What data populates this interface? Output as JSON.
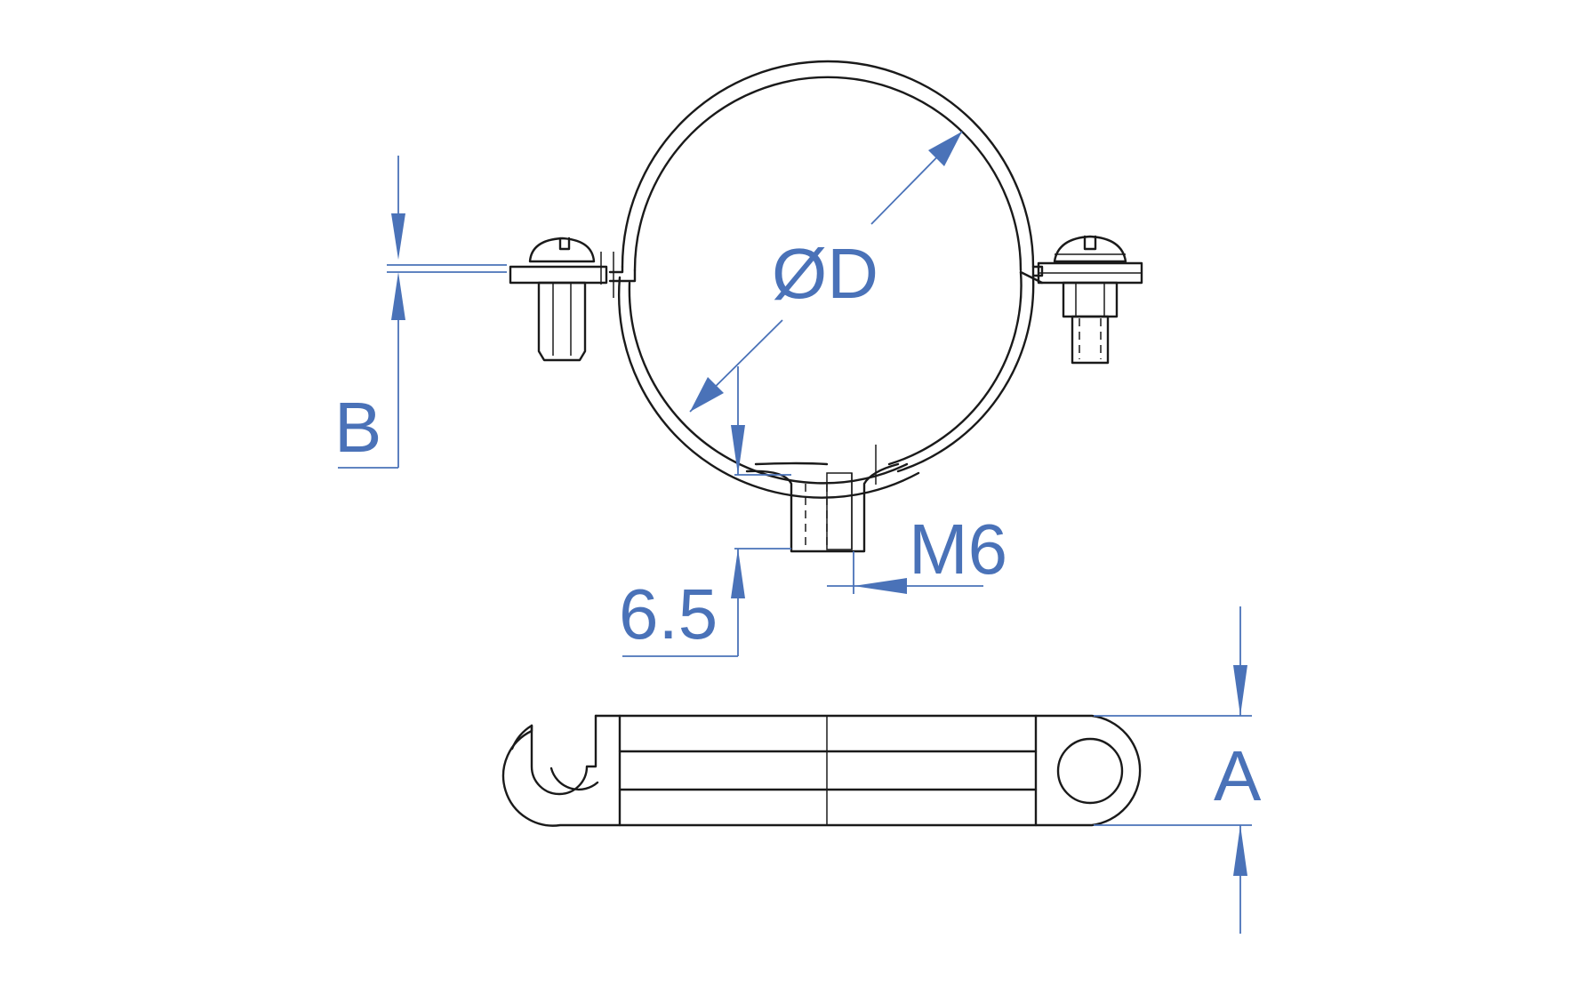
{
  "labels": {
    "diameter": "ØD",
    "b": "B",
    "m6": "M6",
    "dim_65": "6.5",
    "a": "A"
  },
  "colors": {
    "dimension": "#4a72b8",
    "outline": "#1a1a1a",
    "background": "#ffffff"
  }
}
